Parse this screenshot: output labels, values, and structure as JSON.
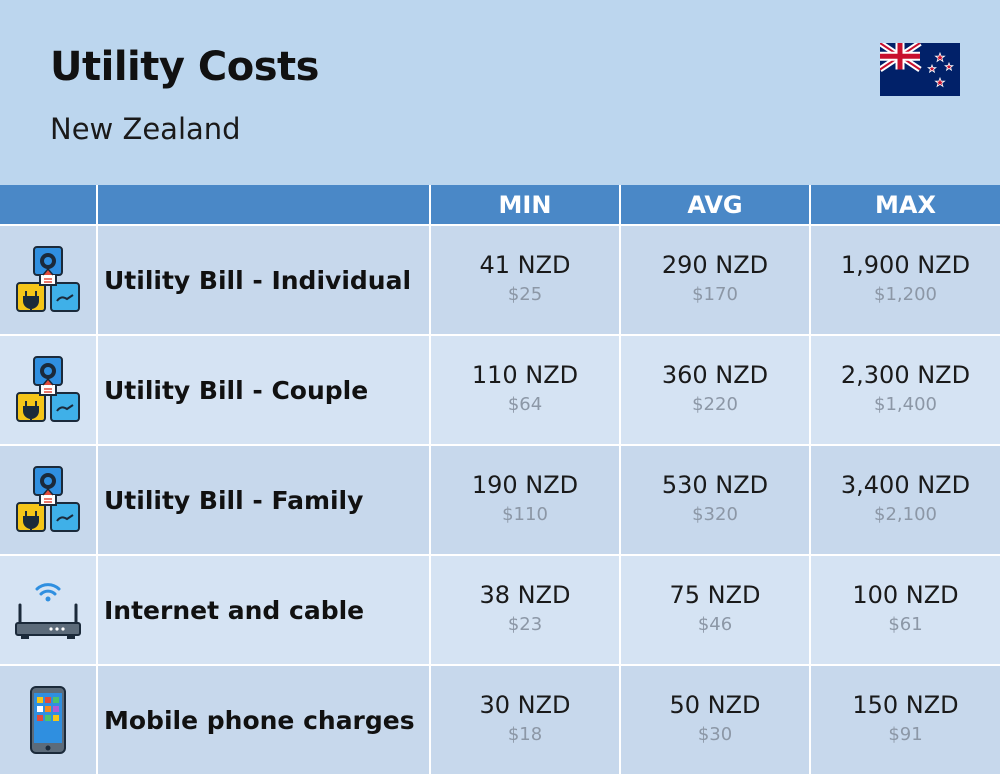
{
  "header": {
    "title": "Utility Costs",
    "subtitle": "New Zealand",
    "flag_icon": "new-zealand-flag-icon"
  },
  "columns": [
    "",
    "",
    "MIN",
    "AVG",
    "MAX"
  ],
  "colors": {
    "header_bg": "#bcd6ee",
    "column_header_bg": "#4a88c7",
    "row_odd": "#c7d8ec",
    "row_even": "#d5e3f3",
    "secondary_text": "#8c97a6"
  },
  "rows": [
    {
      "icon": "utility-bill-icon",
      "label": "Utility Bill - Individual",
      "min": {
        "local": "41 NZD",
        "usd": "$25"
      },
      "avg": {
        "local": "290 NZD",
        "usd": "$170"
      },
      "max": {
        "local": "1,900 NZD",
        "usd": "$1,200"
      }
    },
    {
      "icon": "utility-bill-icon",
      "label": "Utility Bill - Couple",
      "min": {
        "local": "110 NZD",
        "usd": "$64"
      },
      "avg": {
        "local": "360 NZD",
        "usd": "$220"
      },
      "max": {
        "local": "2,300 NZD",
        "usd": "$1,400"
      }
    },
    {
      "icon": "utility-bill-icon",
      "label": "Utility Bill - Family",
      "min": {
        "local": "190 NZD",
        "usd": "$110"
      },
      "avg": {
        "local": "530 NZD",
        "usd": "$320"
      },
      "max": {
        "local": "3,400 NZD",
        "usd": "$2,100"
      }
    },
    {
      "icon": "wifi-router-icon",
      "label": "Internet and cable",
      "min": {
        "local": "38 NZD",
        "usd": "$23"
      },
      "avg": {
        "local": "75 NZD",
        "usd": "$46"
      },
      "max": {
        "local": "100 NZD",
        "usd": "$61"
      }
    },
    {
      "icon": "mobile-phone-icon",
      "label": "Mobile phone charges",
      "min": {
        "local": "30 NZD",
        "usd": "$18"
      },
      "avg": {
        "local": "50 NZD",
        "usd": "$30"
      },
      "max": {
        "local": "150 NZD",
        "usd": "$91"
      }
    }
  ]
}
